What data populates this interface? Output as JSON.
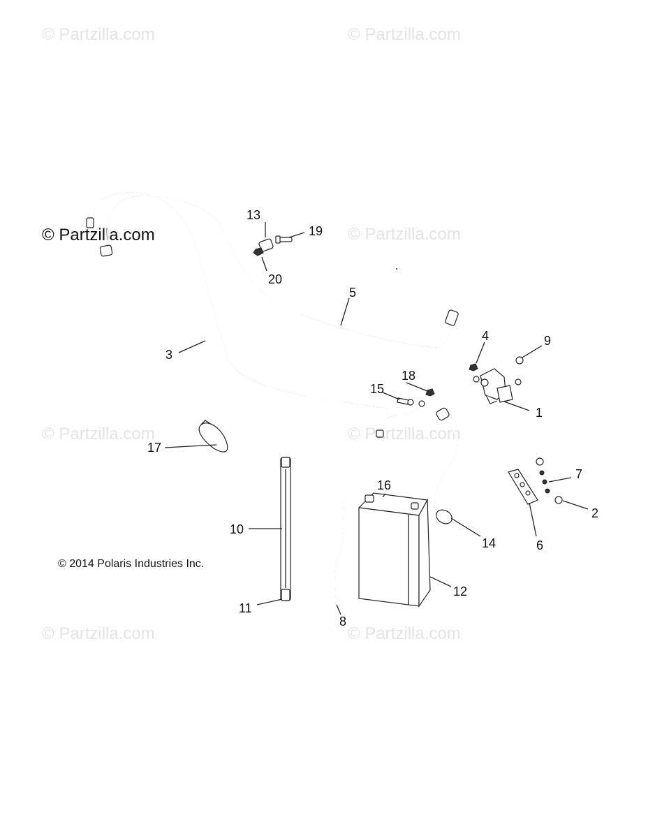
{
  "watermark": "© Partzilla.com",
  "brand": "© Partzilla.com",
  "copyright": "© 2014 Polaris Industries Inc.",
  "callouts": {
    "c1": "1",
    "c2": "2",
    "c3": "3",
    "c4": "4",
    "c5": "5",
    "c6": "6",
    "c7": "7",
    "c8": "8",
    "c9": "9",
    "c10": "10",
    "c11": "11",
    "c12": "12",
    "c13": "13",
    "c14": "14",
    "c15": "15",
    "c16": "16",
    "c17": "17",
    "c18": "18",
    "c19": "19",
    "c20": "20"
  }
}
